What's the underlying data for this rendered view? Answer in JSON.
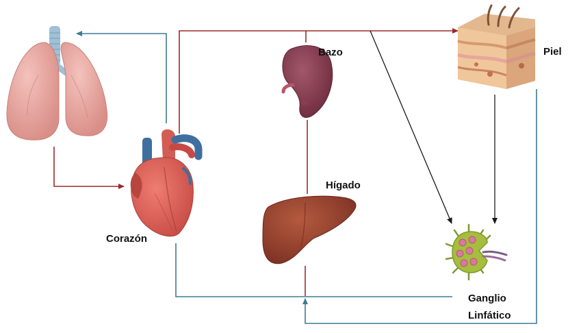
{
  "diagram": {
    "nodes": {
      "lungs": {
        "icon": "lungs-icon",
        "label": ""
      },
      "heart": {
        "icon": "heart-icon",
        "label": "Corazón"
      },
      "spleen": {
        "icon": "spleen-icon",
        "label": "Bazo"
      },
      "liver": {
        "icon": "liver-icon",
        "label": "Hígado"
      },
      "skin": {
        "icon": "skin-icon",
        "label": "Piel"
      },
      "lymph": {
        "icon": "lymph-node-icon",
        "label_line1": "Ganglio",
        "label_line2": "Linfático"
      }
    },
    "colors": {
      "artery": "#9c2a2a",
      "vein": "#3f7a93",
      "lymph_arrow": "#1a1a1a"
    }
  }
}
